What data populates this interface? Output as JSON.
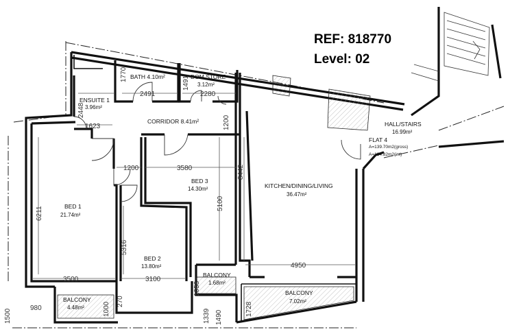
{
  "ref": {
    "ref_line": "REF: 818770",
    "level_line": "Level: 02"
  },
  "rooms": {
    "bath": {
      "name": "BATH 4.10m²"
    },
    "dom_store": {
      "name": "DOM.STORE",
      "area": "3.12m²"
    },
    "ensuite": {
      "name": "ENSUITE 1",
      "area": "3.96m²"
    },
    "corridor": {
      "name": "CORRIDOR 8.41m²"
    },
    "hall": {
      "name": "HALL/STAIRS",
      "area": "16.99m²"
    },
    "flat": {
      "name": "FLAT 4",
      "gross": "A=139.70m2(gross)",
      "int": "A=124.82m2(int)"
    },
    "bed1": {
      "name": "BED 1",
      "area": "21.74m²"
    },
    "bed2": {
      "name": "BED 2",
      "area": "13.80m²"
    },
    "bed3": {
      "name": "BED 3",
      "area": "14.30m²"
    },
    "kitchen": {
      "name": "KITCHEN/DINING/LIVING",
      "area": "36.47m²"
    },
    "balcony_a": {
      "name": "BALCONY",
      "area": "4.48m²"
    },
    "balcony_b": {
      "name": "BALCONY",
      "area": "1.68m²"
    },
    "balcony_c": {
      "name": "BALCONY",
      "area": "7.02m²"
    }
  },
  "dimensions": {
    "d1770": "1770",
    "d1491": "1491",
    "d2491": "2491",
    "d2280": "2280",
    "d2448": "2448",
    "d1623": "1623",
    "d1200a": "1200",
    "d1200b": "1200",
    "d3580": "3580",
    "d8442": "8442",
    "d6211": "6211",
    "d5100": "5100",
    "d5316": "5316",
    "d4950": "4950",
    "d3500": "3500",
    "d3100": "3100",
    "d1053": "1053",
    "d1000": "1000",
    "d1728": "1728",
    "d1339": "1339",
    "d1490": "1490",
    "d1500": "1500",
    "d980": "980",
    "d270": "270"
  }
}
